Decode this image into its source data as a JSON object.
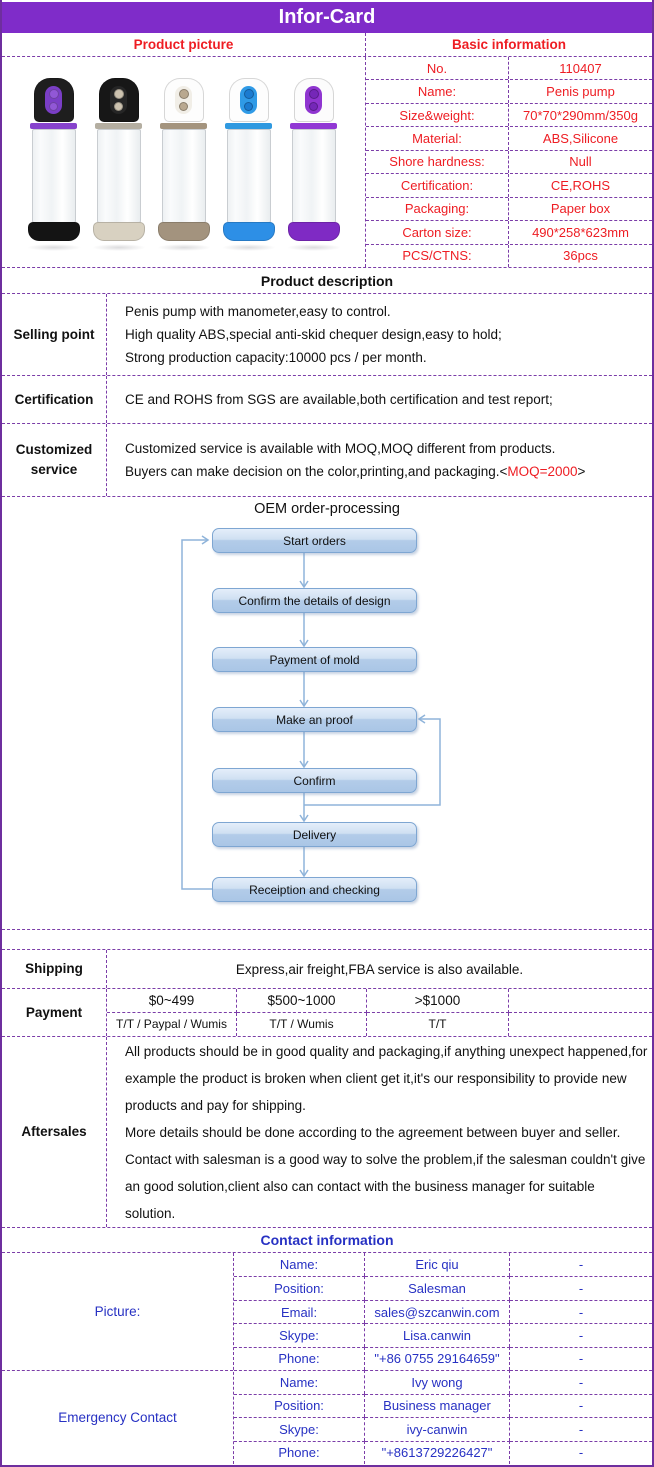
{
  "colors": {
    "purple-bar": "#7F2CC9",
    "border-solid": "#6E2E9E",
    "border-dash": "#7B3DA8",
    "red": "#EE1D23",
    "blue": "#2731C3",
    "flow-border": "#7EA6D2",
    "arrow": "#8FB4DA"
  },
  "title": "Infor-Card",
  "top": {
    "left_header": "Product picture",
    "right_header": "Basic information",
    "basic_info_rows": [
      {
        "label": "No.",
        "value": "110407"
      },
      {
        "label": "Name:",
        "value": "Penis pump"
      },
      {
        "label": "Size&weight:",
        "value": "70*70*290mm/350g"
      },
      {
        "label": "Material:",
        "value": "ABS,Silicone"
      },
      {
        "label": "Shore hardness:",
        "value": "Null"
      },
      {
        "label": "Certification:",
        "value": "CE,ROHS"
      },
      {
        "label": "Packaging:",
        "value": "Paper box"
      },
      {
        "label": "Carton size:",
        "value": "490*258*623mm"
      },
      {
        "label": "PCS/CTNS:",
        "value": "36pcs"
      }
    ],
    "pumps": [
      {
        "name": "black-purple-pump",
        "head": "#1e1e1e",
        "panel": "#7a3ec6",
        "button": "#9157d6",
        "ring": "#8743cd",
        "base": "#141414"
      },
      {
        "name": "black-beige-pump",
        "head": "#171717",
        "panel": "#262626",
        "button": "#cdc3b0",
        "ring": "#b4aea1",
        "base": "#d8d1c1"
      },
      {
        "name": "white-tan-pump",
        "head": "#fdfdfd",
        "panel": "#f1eee7",
        "button": "#b9a88f",
        "ring": "#a4947e",
        "base": "#a3937e"
      },
      {
        "name": "white-blue-pump",
        "head": "#fdfdfd",
        "panel": "#2f9ae6",
        "button": "#1b7bd0",
        "ring": "#2f99e0",
        "base": "#2d8fe6"
      },
      {
        "name": "white-purple-pump",
        "head": "#fcfcfc",
        "panel": "#8f35d0",
        "button": "#7527b8",
        "ring": "#9138d4",
        "base": "#7f2ac4"
      }
    ]
  },
  "description": {
    "header": "Product description",
    "rows": [
      {
        "label": "Selling point",
        "lines": [
          "Penis pump with manometer,easy to control.",
          "High quality ABS,special anti-skid chequer design,easy to hold;",
          "Strong production capacity:10000 pcs / per month."
        ]
      },
      {
        "label": "Certification",
        "lines": [
          "CE and ROHS from SGS are available,both certification and test report;"
        ]
      },
      {
        "label": "Customized service",
        "lines": [
          "Customized service is available with MOQ,MOQ different from products.",
          "Buyers can make decision on the color,printing,and packaging.<"
        ],
        "highlight": "MOQ=2000",
        "suffix": ">"
      }
    ]
  },
  "flow": {
    "title": "OEM order-processing",
    "steps": [
      "Start orders",
      "Confirm the details of design",
      "Payment of mold",
      "Make an proof",
      "Confirm",
      "Delivery",
      "Receiption and checking"
    ]
  },
  "shipping": {
    "label": "Shipping",
    "value": "Express,air freight,FBA service is also available."
  },
  "payment": {
    "label": "Payment",
    "tiers": [
      "$0~499",
      "$500~1000",
      ">$1000",
      ""
    ],
    "methods": [
      "T/T / Paypal / Wumis",
      "T/T / Wumis",
      "T/T",
      ""
    ]
  },
  "aftersales": {
    "label": "Aftersales",
    "paragraphs": [
      "All products should be in good quality and packaging,if anything unexpect happened,for example the product is broken when client get it,it's our responsibility to provide new products and pay for shipping.",
      "More details should be done according to the agreement between buyer and seller.",
      "Contact with salesman is a good way to solve the problem,if the salesman couldn't give an good solution,client also can contact with the business manager for suitable solution."
    ]
  },
  "contact": {
    "header": "Contact information",
    "groups": [
      {
        "label": "Picture:",
        "rows": [
          {
            "field": "Name:",
            "value": "Eric qiu",
            "extra": "-"
          },
          {
            "field": "Position:",
            "value": "Salesman",
            "extra": "-"
          },
          {
            "field": "Email:",
            "value": "sales@szcanwin.com",
            "extra": "-"
          },
          {
            "field": "Skype:",
            "value": "Lisa.canwin",
            "extra": "-"
          },
          {
            "field": "Phone:",
            "value": "\"+86 0755 29164659\"",
            "extra": "-"
          }
        ]
      },
      {
        "label": "Emergency Contact",
        "rows": [
          {
            "field": "Name:",
            "value": "Ivy wong",
            "extra": "-"
          },
          {
            "field": "Position:",
            "value": "Business manager",
            "extra": "-"
          },
          {
            "field": "Skype:",
            "value": "ivy-canwin",
            "extra": "-"
          },
          {
            "field": "Phone:",
            "value": "\"+8613729226427\"",
            "extra": "-"
          }
        ]
      }
    ]
  }
}
